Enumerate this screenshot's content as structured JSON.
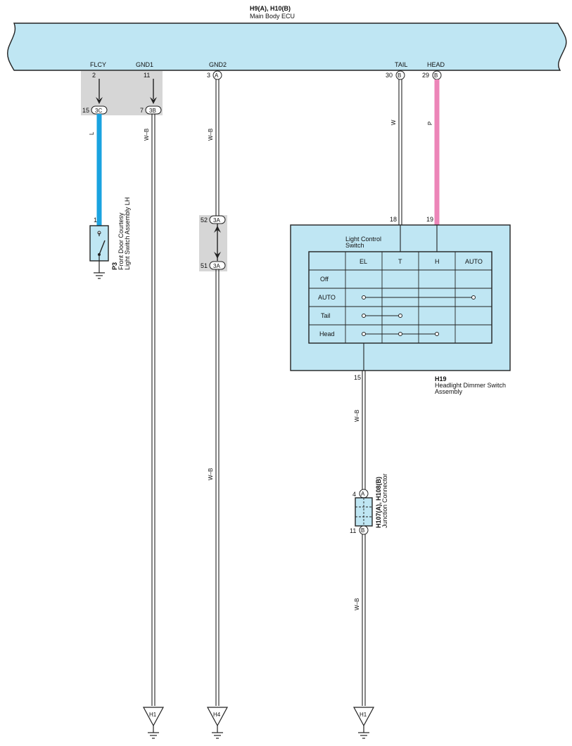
{
  "ecu": {
    "code": "H9(A), H10(B)",
    "name": "Main Body ECU",
    "fill": "#bfe6f3",
    "pins": [
      {
        "signal": "FLCY",
        "pin": "2"
      },
      {
        "signal": "GND1",
        "pin": "11"
      },
      {
        "signal": "GND2",
        "pin": "3",
        "connector": "A"
      },
      {
        "signal": "TAIL",
        "pin": "30",
        "connector": "B"
      },
      {
        "signal": "HEAD",
        "pin": "29",
        "connector": "B"
      }
    ]
  },
  "junction_blocks": [
    {
      "pin": "15",
      "connector": "3C"
    },
    {
      "pin": "7",
      "connector": "3B"
    },
    {
      "pin": "52",
      "connector": "3A"
    },
    {
      "pin": "51",
      "connector": "3A"
    }
  ],
  "wires": {
    "flcy": {
      "color": "L",
      "hex": "#1aa3e0"
    },
    "gnd1": {
      "color": "W–B"
    },
    "gnd2_upper": {
      "color": "W–B"
    },
    "gnd2_lower": {
      "color": "W–B"
    },
    "tail": {
      "color": "W"
    },
    "head": {
      "color": "P",
      "hex": "#ec85b8"
    },
    "h19_upper": {
      "color": "W–B"
    },
    "h19_lower": {
      "color": "W–B"
    }
  },
  "door_switch": {
    "pin": "1",
    "code": "P3",
    "name_line1": "Front Door Courtesy",
    "name_line2": "Light Switch Assembly LH"
  },
  "dimmer_switch": {
    "code": "H19",
    "name_line1": "Headlight Dimmer Switch",
    "name_line2": "Assembly",
    "pin_tail": "18",
    "pin_head": "19",
    "pin_ground": "15",
    "table_title_line1": "Light Control",
    "table_title_line2": "Switch",
    "columns": [
      "EL",
      "T",
      "H",
      "AUTO"
    ],
    "rows": [
      "Off",
      "AUTO",
      "Tail",
      "Head"
    ]
  },
  "junction_connector": {
    "code": "H107(A), H108(B)",
    "name": "Junction Connector",
    "pin_top": "4",
    "connector_top": "A",
    "pin_bottom": "11",
    "connector_bottom": "B"
  },
  "grounds": [
    "H1",
    "H4",
    "H1"
  ]
}
